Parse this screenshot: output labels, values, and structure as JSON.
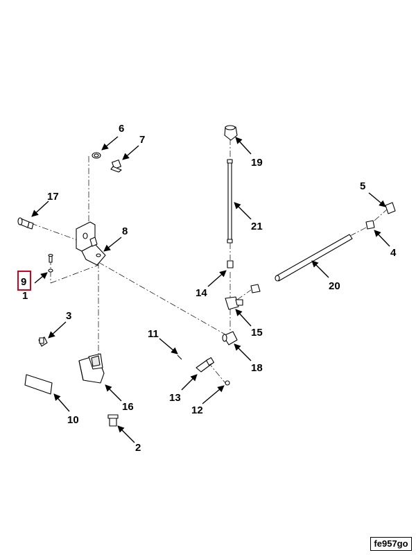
{
  "diagram": {
    "callouts": [
      "1",
      "2",
      "3",
      "4",
      "5",
      "6",
      "7",
      "8",
      "9",
      "10",
      "11",
      "12",
      "13",
      "14",
      "15",
      "16",
      "17",
      "18",
      "19",
      "20",
      "21"
    ],
    "highlighted_callout": "9",
    "highlight_color": "#d0021b",
    "figure_id": "fe957go"
  }
}
